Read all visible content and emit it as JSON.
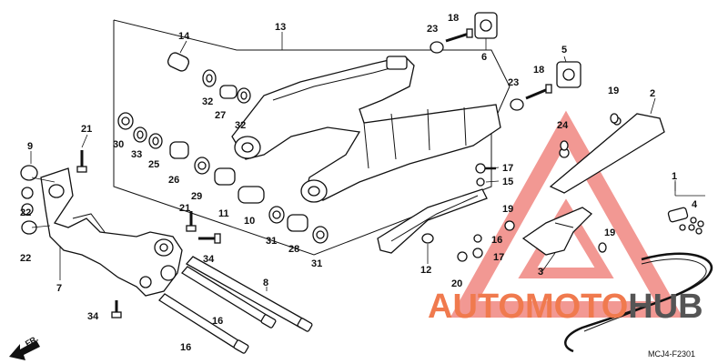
{
  "diagram": {
    "labels": [
      "1",
      "2",
      "3",
      "4",
      "5",
      "6",
      "7",
      "8",
      "9",
      "10",
      "11",
      "12",
      "13",
      "14",
      "15",
      "16",
      "17",
      "18",
      "19",
      "20",
      "21",
      "22",
      "23",
      "24",
      "25",
      "26",
      "27",
      "28",
      "29",
      "30",
      "31",
      "32",
      "33",
      "34"
    ],
    "front_marker": "FR.",
    "part_code": "MCJ4-F2301"
  },
  "watermark": {
    "part_a": "AUTOMOTO",
    "part_b": "HUB",
    "color_a": "#f07a4e",
    "color_b": "#555555",
    "triangle_color": "#e8453c"
  }
}
